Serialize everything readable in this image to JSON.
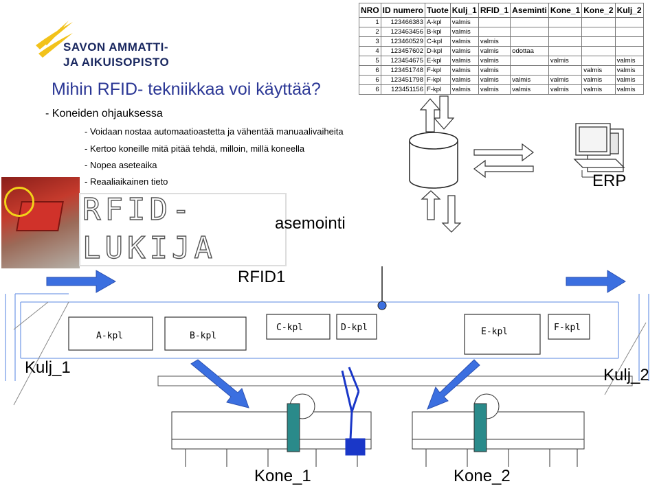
{
  "logo": {
    "line1": "SAVON AMMATTI-",
    "line2": "JA AIKUISOPISTO"
  },
  "title": "Mihin RFID- tekniikkaa voi käyttää?",
  "heading": "-   Koneiden ohjauksessa",
  "bullets": [
    "-   Voidaan nostaa automaatioastetta ja vähentää manuaalivaiheita",
    "-   Kertoo koneille mitä pitää tehdä, milloin, millä koneella",
    "-   Nopea aseteaika",
    "-   Reaaliaikainen tieto"
  ],
  "table": {
    "headers": [
      "NRO",
      "ID numero",
      "Tuote",
      "Kulj_1",
      "RFID_1",
      "Aseminti",
      "Kone_1",
      "Kone_2",
      "Kulj_2"
    ],
    "rows": [
      [
        "1",
        "123466383",
        "A-kpl",
        "valmis",
        "",
        "",
        "",
        "",
        ""
      ],
      [
        "2",
        "123463456",
        "B-kpl",
        "valmis",
        "",
        "",
        "",
        "",
        ""
      ],
      [
        "3",
        "123460529",
        "C-kpl",
        "valmis",
        "valmis",
        "",
        "",
        "",
        ""
      ],
      [
        "4",
        "123457602",
        "D-kpl",
        "valmis",
        "valmis",
        "odottaa",
        "",
        "",
        ""
      ],
      [
        "5",
        "123454675",
        "E-kpl",
        "valmis",
        "valmis",
        "",
        "valmis",
        "",
        "valmis"
      ],
      [
        "6",
        "123451748",
        "F-kpl",
        "valmis",
        "valmis",
        "",
        "",
        "valmis",
        "valmis"
      ],
      [
        "6",
        "123451798",
        "F-kpl",
        "valmis",
        "valmis",
        "valmis",
        "valmis",
        "valmis",
        "valmis"
      ],
      [
        "6",
        "123451156",
        "F-kpl",
        "valmis",
        "valmis",
        "valmis",
        "valmis",
        "valmis",
        "valmis"
      ]
    ]
  },
  "labels": {
    "erp": "ERP",
    "asemointi": "asemointi",
    "rfid1": "RFID1",
    "kulj1": "Kulj_1",
    "kulj2": "Kulj_2",
    "kone1": "Kone_1",
    "kone2": "Kone_2",
    "rfid_sign_line1": "RFID-",
    "rfid_sign_line2": "LUKIJA"
  },
  "parts": [
    "A-kpl",
    "B-kpl",
    "C-kpl",
    "D-kpl",
    "E-kpl",
    "F-kpl"
  ],
  "colors": {
    "logo_yellow": "#f2c21b",
    "title_blue": "#2b3795",
    "arrow_blue": "#3b6fe0",
    "conveyor_blue": "#5a8ef0",
    "robot_blue": "#1a37c8",
    "machine_teal": "#2a8a8a"
  }
}
